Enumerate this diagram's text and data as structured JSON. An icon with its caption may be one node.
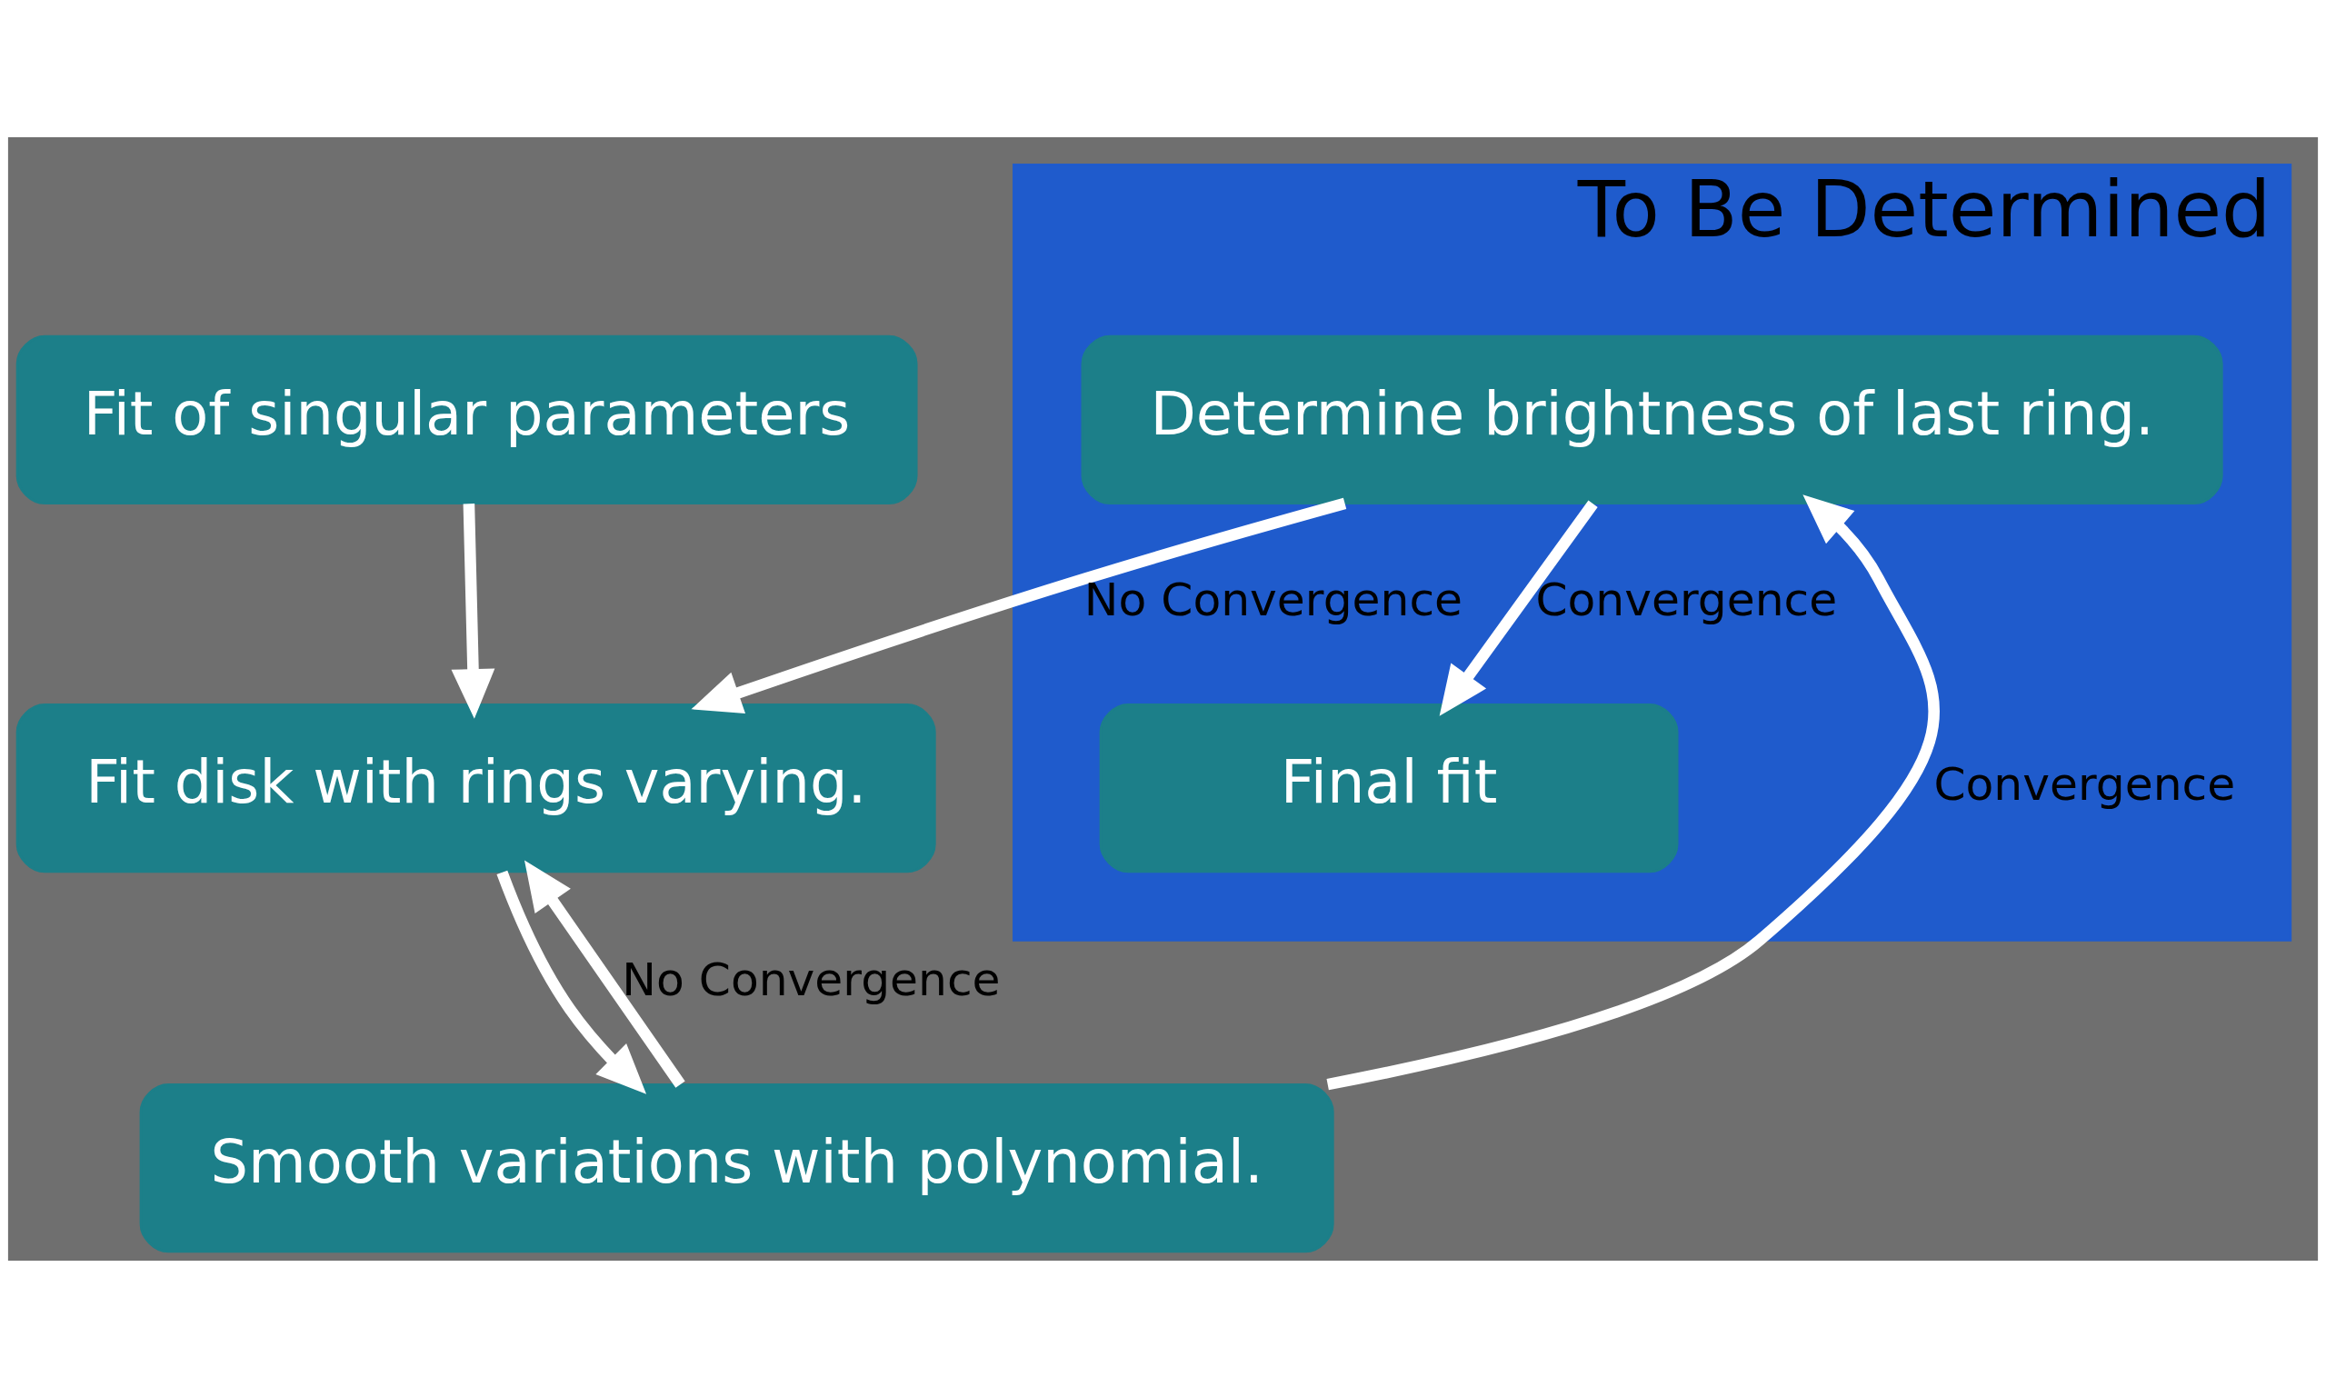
{
  "diagram": {
    "nodes": [
      {
        "text": [
          "Fit of singular parameters"
        ]
      },
      {
        "text": [
          "Fit disk with rings varying."
        ]
      },
      {
        "text": [
          "Smooth variations with polynomial."
        ]
      },
      {
        "text": [
          "To Be Determined"
        ]
      },
      {
        "text": [
          "Final fit"
        ],
        "in": 3
      },
      {
        "text": [
          "Determine brightness of last ring."
        ],
        "in": 3
      }
    ],
    "edges": [
      {
        "from": 0,
        "to": 1,
        "arrow": "to"
      },
      {
        "from": 1,
        "to": 2,
        "arrow": "to"
      },
      {
        "from": 2,
        "to": 1,
        "label": "No Convergence",
        "arrow": "to"
      },
      {
        "from": 5,
        "to": 1,
        "label": "No Convergence",
        "arrow": "to"
      },
      {
        "from": 2,
        "to": 5,
        "label": "Convergence",
        "arrow": "to"
      },
      {
        "from": 5,
        "to": 4,
        "label": "Convergence",
        "arrow": "to"
      }
    ]
  }
}
